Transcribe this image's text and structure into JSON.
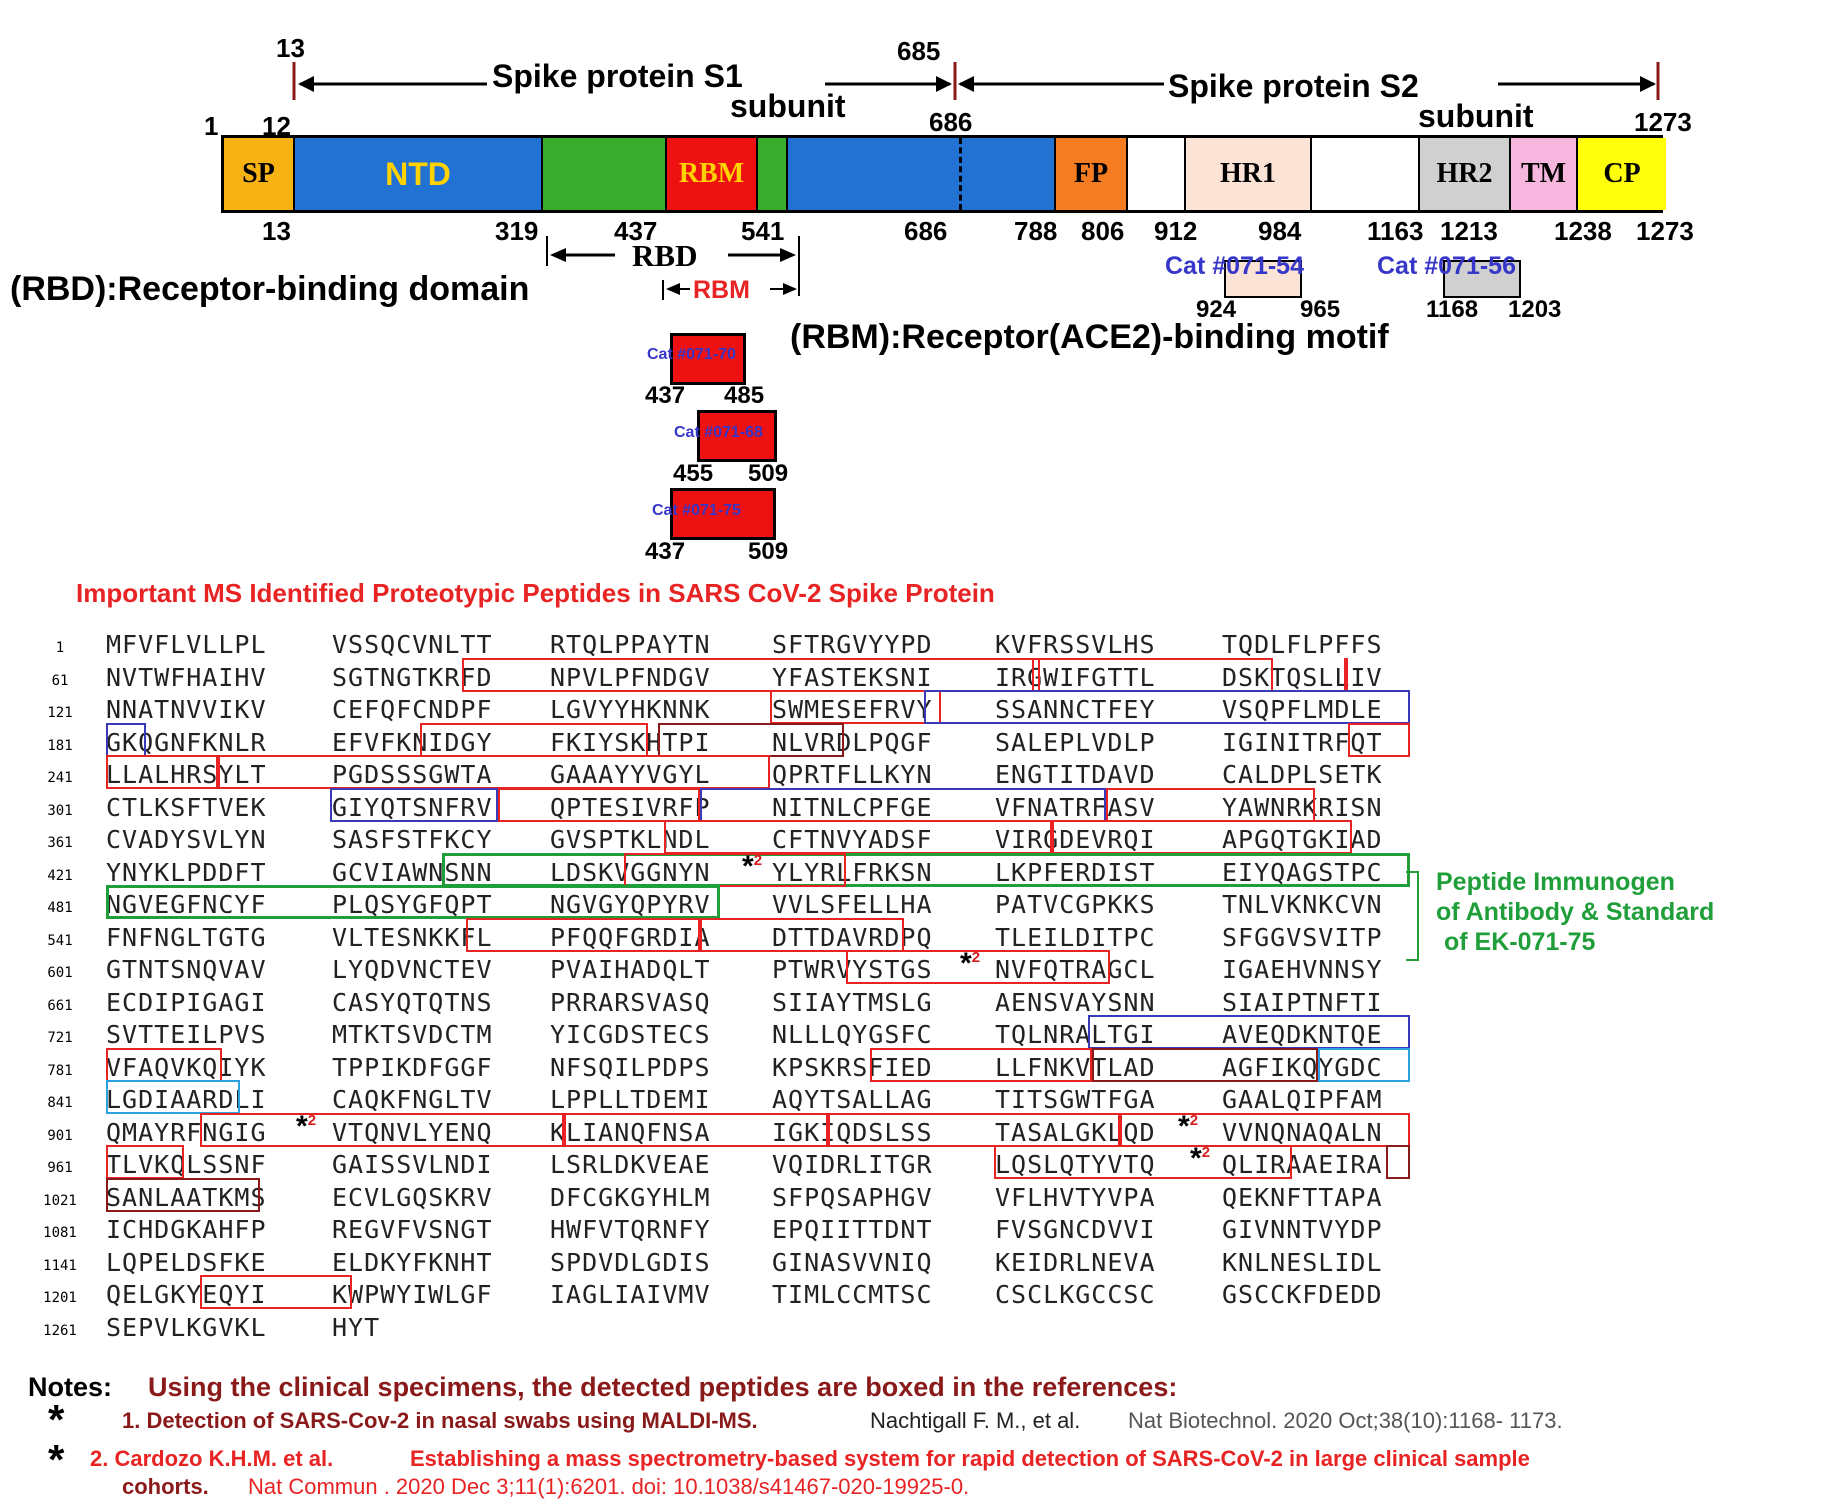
{
  "header": {
    "s1_title": "Spike protein S1",
    "s1_sub": "subunit",
    "s2_title": "Spike protein S2",
    "s2_sub": "subunit"
  },
  "top_numbers": {
    "n13": "13",
    "n685": "685",
    "n1": "1",
    "n12": "12",
    "n686": "686",
    "n1273": "1273"
  },
  "domains": [
    {
      "label": "SP",
      "color": "#f7b214"
    },
    {
      "label": "NTD",
      "color": "#2272d4"
    },
    {
      "label": "",
      "color": "#38ad2e"
    },
    {
      "label": "RBM",
      "color": "#ee1111"
    },
    {
      "label": "",
      "color": "#38ad2e"
    },
    {
      "label": "",
      "color": "#2272d4"
    },
    {
      "label": "FP",
      "color": "#f57c20"
    },
    {
      "label": "",
      "color": "#ffffff"
    },
    {
      "label": "HR1",
      "color": "#fbe3d6"
    },
    {
      "label": "",
      "color": "#ffffff"
    },
    {
      "label": "HR2",
      "color": "#d0d0d0"
    },
    {
      "label": "TM",
      "color": "#f6b6de"
    },
    {
      "label": "CP",
      "color": "#ffff0c"
    }
  ],
  "bottom_numbers": [
    "13",
    "319",
    "437",
    "541",
    "686",
    "788",
    "806",
    "912",
    "984",
    "1163",
    "1213",
    "1238",
    "1273"
  ],
  "rbd": {
    "label": "RBD",
    "definition": "(RBD):Receptor-binding domain",
    "rbm_label": "RBM",
    "rbm_definition": "(RBM):Receptor(ACE2)-binding motif"
  },
  "catalog_s2": [
    {
      "label": "Cat #071-54",
      "start": "924",
      "end": "965"
    },
    {
      "label": "Cat #071-56",
      "start": "1168",
      "end": "1203"
    }
  ],
  "catalog_rbm": [
    {
      "label": "Cat #071-70",
      "start": "437",
      "end": "485"
    },
    {
      "label": "Cat #071-68",
      "start": "455",
      "end": "509"
    },
    {
      "label": "Cat #071-75",
      "start": "437",
      "end": "509"
    }
  ],
  "sequence_title": "Important MS Identified Proteotypic Peptides in SARS CoV-2 Spike Protein",
  "sequence": [
    {
      "idx": "1",
      "chunks": [
        "MFVFLVLLPL",
        "VSSQCVNLTT",
        "RTQLPPAYTN",
        "SFTRGVYYPD",
        "KVFRSSVLHS",
        "TQDLFLPFFS"
      ]
    },
    {
      "idx": "61",
      "chunks": [
        "NVTWFHAIHV",
        "SGTNGTKRFD",
        "NPVLPFNDGV",
        "YFASTEKSNI",
        "IRGWIFGTTL",
        "DSKTQSLLIV"
      ]
    },
    {
      "idx": "121",
      "chunks": [
        "NNATNVVIKV",
        "CEFQFCNDPF",
        "LGVYYHKNNK",
        "SWMESEFRVY",
        "SSANNCTFEY",
        "VSQPFLMDLE"
      ]
    },
    {
      "idx": "181",
      "chunks": [
        "GKQGNFKNLR",
        "EFVFKNIDGY",
        "FKIYSKHTPI",
        "NLVRDLPQGF",
        "SALEPLVDLP",
        "IGINITRFQT"
      ]
    },
    {
      "idx": "241",
      "chunks": [
        "LLALHRSYLT",
        "PGDSSSGWTA",
        "GAAAYYVGYL",
        "QPRTFLLKYN",
        "ENGTITDAVD",
        "CALDPLSETK"
      ]
    },
    {
      "idx": "301",
      "chunks": [
        "CTLKSFTVEK",
        "GIYQTSNFRV",
        "QPTESIVRFP",
        "NITNLCPFGE",
        "VFNATRFASV",
        "YAWNRKRISN"
      ]
    },
    {
      "idx": "361",
      "chunks": [
        "CVADYSVLYN",
        "SASFSTFKCY",
        "GVSPTKLNDL",
        "CFTNVYADSF",
        "VIRGDEVRQI",
        "APGQTGKIAD"
      ]
    },
    {
      "idx": "421",
      "chunks": [
        "YNYKLPDDFT",
        "GCVIAWNSNN",
        "LDSKVGGNYN",
        "YLYRLFRKSN",
        "LKPFERDIST",
        "EIYQAGSTPC"
      ]
    },
    {
      "idx": "481",
      "chunks": [
        "NGVEGFNCYF",
        "PLQSYGFQPT",
        "NGVGYQPYRV",
        "VVLSFELLHA",
        "PATVCGPKKS",
        "TNLVKNKCVN"
      ]
    },
    {
      "idx": "541",
      "chunks": [
        "FNFNGLTGTG",
        "VLTESNKKFL",
        "PFQQFGRDIA",
        "DTTDAVRDPQ",
        "TLEILDITPC",
        "SFGGVSVITP"
      ]
    },
    {
      "idx": "601",
      "chunks": [
        "GTNTSNQVAV",
        "LYQDVNCTEV",
        "PVAIHADQLT",
        "PTWRVYSTGS",
        "NVFQTRAGCL",
        "IGAEHVNNSY"
      ]
    },
    {
      "idx": "661",
      "chunks": [
        "ECDIPIGAGI",
        "CASYQTQTNS",
        "PRRARSVASQ",
        "SIIAYTMSLG",
        "AENSVAYSNN",
        "SIAIPTNFTI"
      ]
    },
    {
      "idx": "721",
      "chunks": [
        "SVTTEILPVS",
        "MTKTSVDCTM",
        "YICGDSTECS",
        "NLLLQYGSFC",
        "TQLNRALTGI",
        "AVEQDKNTQE"
      ]
    },
    {
      "idx": "781",
      "chunks": [
        "VFAQVKQIYK",
        "TPPIKDFGGF",
        "NFSQILPDPS",
        "KPSKRSFIED",
        "LLFNKVTLAD",
        "AGFIKQYGDC"
      ]
    },
    {
      "idx": "841",
      "chunks": [
        "LGDIAARDLI",
        "CAQKFNGLTV",
        "LPPLLTDEMI",
        "AQYTSALLAG",
        "TITSGWTFGA",
        "GAALQIPFAM"
      ]
    },
    {
      "idx": "901",
      "chunks": [
        "QMAYRFNGIG",
        "VTQNVLYENQ",
        "KLIANQFNSA",
        "IGKIQDSLSS",
        "TASALGKLQD",
        "VVNQNAQALN"
      ]
    },
    {
      "idx": "961",
      "chunks": [
        "TLVKQLSSNF",
        "GAISSVLNDI",
        "LSRLDKVEAE",
        "VQIDRLITGR",
        "LQSLQTYVTQ",
        "QLIRAAEIRA"
      ]
    },
    {
      "idx": "1021",
      "chunks": [
        "SANLAATKMS",
        "ECVLGQSKRV",
        "DFCGKGYHLM",
        "SFPQSAPHGV",
        "VFLHVTYVPA",
        "QEKNFTTAPA"
      ]
    },
    {
      "idx": "1081",
      "chunks": [
        "ICHDGKAHFP",
        "REGVFVSNGT",
        "HWFVTQRNFY",
        "EPQIITTDNT",
        "FVSGNCDVVI",
        "GIVNNTVYDP"
      ]
    },
    {
      "idx": "1141",
      "chunks": [
        "LQPELDSFKE",
        "ELDKYFKNHT",
        "SPDVDLGDIS",
        "GINASVVNIQ",
        "KEIDRLNEVA",
        "KNLNESLIDL"
      ]
    },
    {
      "idx": "1201",
      "chunks": [
        "QELGKYEQYI",
        "KWPWYIWLGF",
        "IAGLIAIVMV",
        "TIMLCCMTSC",
        "CSCLKGCCSC",
        "GSCCKFDEDD"
      ]
    },
    {
      "idx": "1261",
      "chunks": [
        "SEPVLKGVKL",
        "HYT"
      ]
    }
  ],
  "immunogen": {
    "line1": "Peptide Immunogen",
    "line2": "of Antibody & Standard",
    "line3": "of EK-071-75"
  },
  "stars": {
    "sym": "*",
    "sup": "2"
  },
  "notes": {
    "label": "Notes:",
    "headline": "Using the clinical specimens, the detected peptides are boxed in the references:",
    "ref1_star": "*",
    "ref1_title": "1. Detection of SARS-Cov-2 in nasal swabs using MALDI-MS.",
    "ref1_authors": "Nachtigall F. M., et al.",
    "ref1_journal": "Nat Biotechnol. 2020 Oct;38(10):1168- 1173.",
    "ref2_star": "*",
    "ref2_title_a": "2. Cardozo K.H.M. et al.",
    "ref2_title_b": "Establishing a mass spectrometry-based system for rapid detection of SARS-CoV-2 in large clinical sample",
    "ref2_title_c": "cohorts.",
    "ref2_journal": "Nat Commun . 2020 Dec 3;11(1):6201.   doi: 10.1038/s41467-020-19925-0."
  },
  "colors": {
    "red": "#e82323",
    "blue_text": "#3636c8",
    "green": "#1f9e3a",
    "dark_red": "#8a1a1a",
    "cyan": "#29a3e0"
  }
}
